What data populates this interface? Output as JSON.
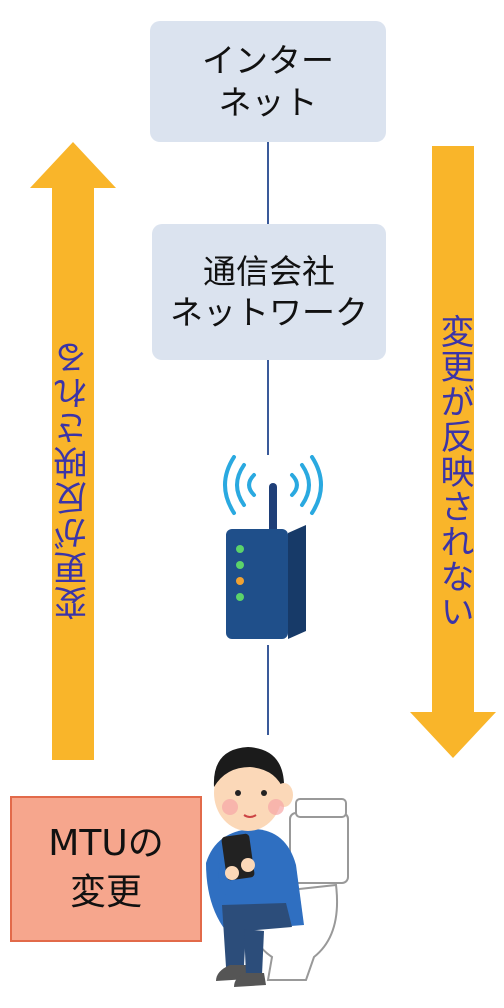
{
  "nodes": {
    "internet": {
      "line1": "インター",
      "line2": "ネット"
    },
    "carrier": {
      "line1": "通信会社",
      "line2": "ネットワーク"
    }
  },
  "arrows": {
    "left_label": "変更が反映される",
    "right_label": "変更が反映されない"
  },
  "callout": {
    "line1": "MTUの",
    "line2": "変更"
  },
  "colors": {
    "box_fill": "#dbe3ef",
    "arrow": "#f9b52a",
    "label_text": "#3b34a8",
    "callout_fill": "#f6a68d",
    "callout_border": "#e26a4a",
    "connector": "#3a5a9a"
  },
  "icons": [
    "wifi-router-icon",
    "person-on-toilet-with-phone-icon"
  ]
}
